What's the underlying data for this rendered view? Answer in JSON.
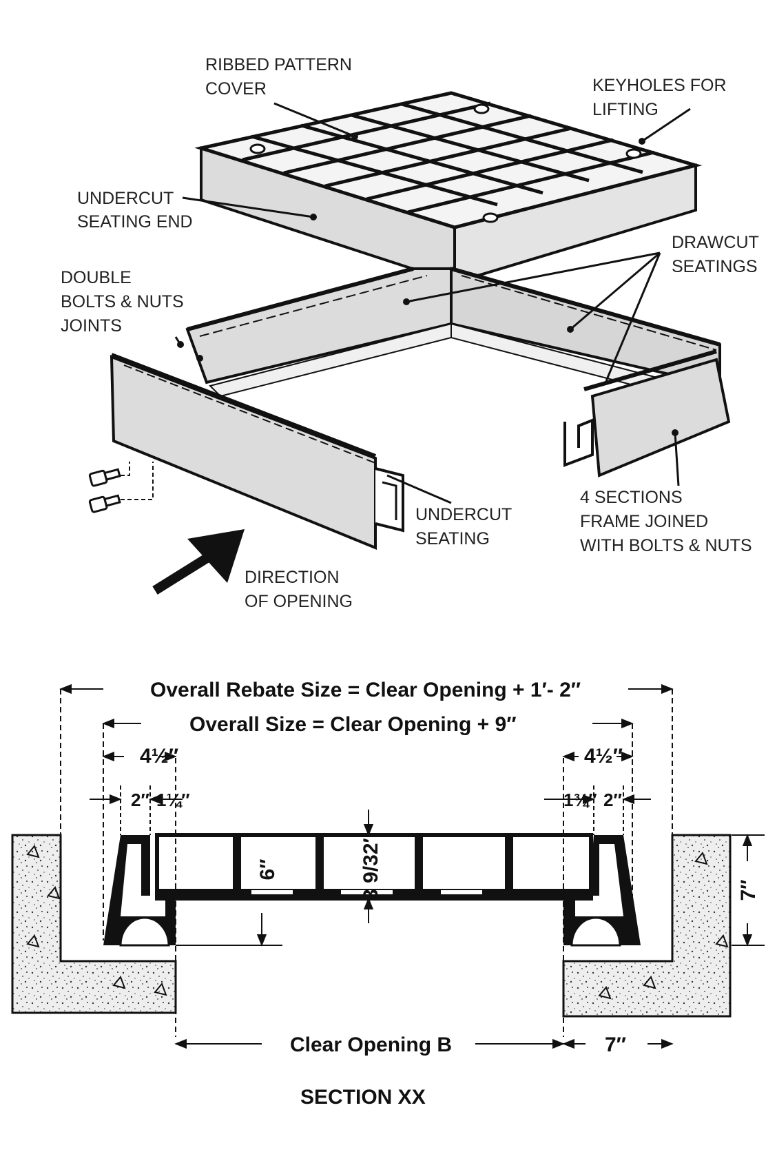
{
  "exploded_view": {
    "labels": {
      "ribbed_cover": [
        "RIBBED PATTERN",
        "COVER"
      ],
      "keyholes": [
        "KEYHOLES FOR",
        "LIFTING"
      ],
      "undercut_seating_end": [
        "UNDERCUT",
        "SEATING END"
      ],
      "drawcut_seatings": [
        "DRAWCUT",
        "SEATINGS"
      ],
      "double_bolts": [
        "DOUBLE",
        "BOLTS & NUTS",
        "JOINTS"
      ],
      "undercut_seating": [
        "UNDERCUT",
        "SEATING"
      ],
      "four_sections": [
        "4 SECTIONS",
        "FRAME JOINED",
        "WITH BOLTS & NUTS"
      ],
      "direction": [
        "DIRECTION",
        "OF OPENING"
      ]
    }
  },
  "section": {
    "title": "SECTION XX",
    "overall_rebate": "Overall Rebate Size = Clear Opening + 1′- 2″",
    "overall_size": "Overall Size = Clear Opening + 9″",
    "clear_opening": "Clear Opening B",
    "left_width": "4½″",
    "right_width": "4½″",
    "left_a": "2″",
    "left_b": "1¼″",
    "right_a": "1¾″",
    "right_b": "2″",
    "depth_6": "6″",
    "depth_cover": "3 9/32″",
    "depth_7": "7″",
    "side_7": "7″"
  },
  "colors": {
    "ink": "#111111",
    "panel": "#dcdcdc",
    "concrete": "#e6e6e6"
  }
}
